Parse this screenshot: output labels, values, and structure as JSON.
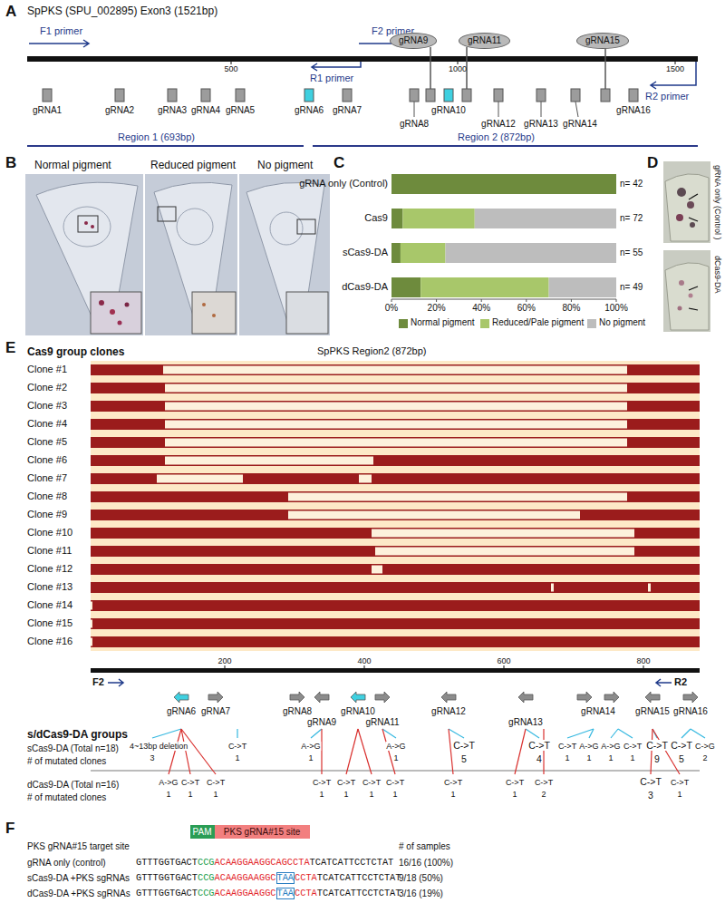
{
  "diagram": {
    "nodes": [
      {
        "text": [
          "gRNA9"
        ]
      },
      {
        "text": [
          "gRNA11"
        ]
      },
      {
        "text": [
          "gRNA15"
        ]
      },
      {
        "text": [
          "PAM"
        ]
      },
      {
        "text": [
          "PKS gRNA#15 site"
        ]
      }
    ],
    "labels": [
      "A",
      "SpPKS (SPU_002895) Exon3 (1521bp)",
      "F1 primer",
      "F2 primer",
      "500",
      "1000",
      "1500",
      "R1 primer",
      "R2 primer",
      "gRNA1",
      "gRNA2",
      "gRNA3",
      "gRNA4",
      "gRNA5",
      "gRNA6",
      "gRNA7",
      "gRNA8",
      "gRNA10",
      "gRNA12",
      "gRNA13",
      "gRNA14",
      "gRNA16",
      "Region 1 (693bp)",
      "Region 2 (872bp)",
      "B",
      "Normal pigment",
      "Reduced pigment",
      "No pigment",
      "C",
      "gRNA only (Control)",
      "Cas9",
      "sCas9-DA",
      "dCas9-DA",
      "n= 42",
      "n= 72",
      "n= 55",
      "n= 49",
      "0%",
      "20%",
      "40%",
      "60%",
      "80%",
      "100%",
      "D",
      "gRNA only (Control )",
      "dCas9-DA",
      "E",
      "Cas9 group clones",
      "SpPKS Region2 (872bp)",
      "Clone #1",
      "Clone #2",
      "Clone #3",
      "Clone #4",
      "Clone #5",
      "Clone #6",
      "Clone #7",
      "Clone #8",
      "Clone #9",
      "Clone #10",
      "Clone #11",
      "Clone #12",
      "Clone #13",
      "Clone #14",
      "Clone #15",
      "Clone #16",
      "F2",
      "R2",
      "200",
      "400",
      "600",
      "800",
      "gRNA6",
      "gRNA7",
      "gRNA8",
      "gRNA9",
      "gRNA10",
      "gRNA11",
      "gRNA12",
      "gRNA13",
      "gRNA14",
      "gRNA15",
      "gRNA16",
      "s/dCas9-DA groups",
      "sCas9-DA (Total n=18)",
      "# of mutated clones",
      "dCas9-DA (Total n=16)",
      "# of mutated clones",
      "4~13bp deletion",
      "3",
      "C->T",
      "1",
      "A->G",
      "1",
      "A->G",
      "1",
      "C->T",
      "5",
      "C->T",
      "4",
      "C->T",
      "1",
      "A->G",
      "1",
      "A->G",
      "1",
      "C->T",
      "1",
      "C->T",
      "9",
      "C->T",
      "5",
      "C->G",
      "2",
      "A->G",
      "1",
      "C->T",
      "1",
      "C->T",
      "1",
      "C->T",
      "1",
      "C->T",
      "1",
      "C->T",
      "1",
      "C->T",
      "1",
      "C->T",
      "1",
      "C->T",
      "1",
      "C->T",
      "2",
      "C->T",
      "3",
      "C->T",
      "1",
      "F",
      "PKS gRNA#15 target site",
      "# of samples",
      "gRNA only (control)",
      "GTTTGGTGACT",
      "CCG",
      "ACAAGGAAGGCAGCCTA",
      "TCATCATTCCTCTAT",
      "16/16 (100%)",
      "sCas9-DA +PKS sgRNAs",
      "GTTTGGTGACT",
      "CCG",
      "ACAAGGAAGGC",
      "TAA",
      "CCTA",
      "TCATCATTCCTCTAT",
      "9/18 (50%)",
      "dCas9-DA +PKS sgRNAs",
      "GTTTGGTGACT",
      "CCG",
      "ACAAGGAAGGC",
      "TAA",
      "CCTA",
      "TCATCATTCCTCTAT",
      "3/16 (19%)"
    ],
    "legend": [
      {
        "text": "Normal pigment",
        "color": "#6e8b3d"
      },
      {
        "text": "Reduced/Pale pigment",
        "color": "#a8c76a"
      },
      {
        "text": "No pigment",
        "color": "#bdbdbd"
      }
    ]
  }
}
